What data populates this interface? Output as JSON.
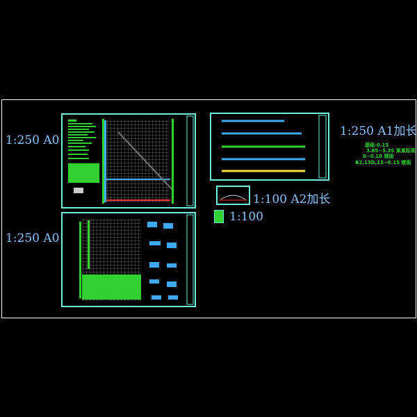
{
  "labels": {
    "sheet_a0_top": "1:250 A0",
    "sheet_a0_bottom": "1:250 A0",
    "sheet_a1": "1:250 A1加长",
    "sheet_a2": "1:100 A2加长",
    "sheet_small": "1:100"
  },
  "notes": [
    "基础-0.15",
    "3.85~5.35 某某标高",
    "0~0.10 楼面",
    "B2,13D,15~0.15 楼面"
  ],
  "colors": {
    "frame": "#6ff0d8",
    "label": "#8fc3ff",
    "note": "#2fd02f",
    "grid": "#8a8a8a"
  }
}
